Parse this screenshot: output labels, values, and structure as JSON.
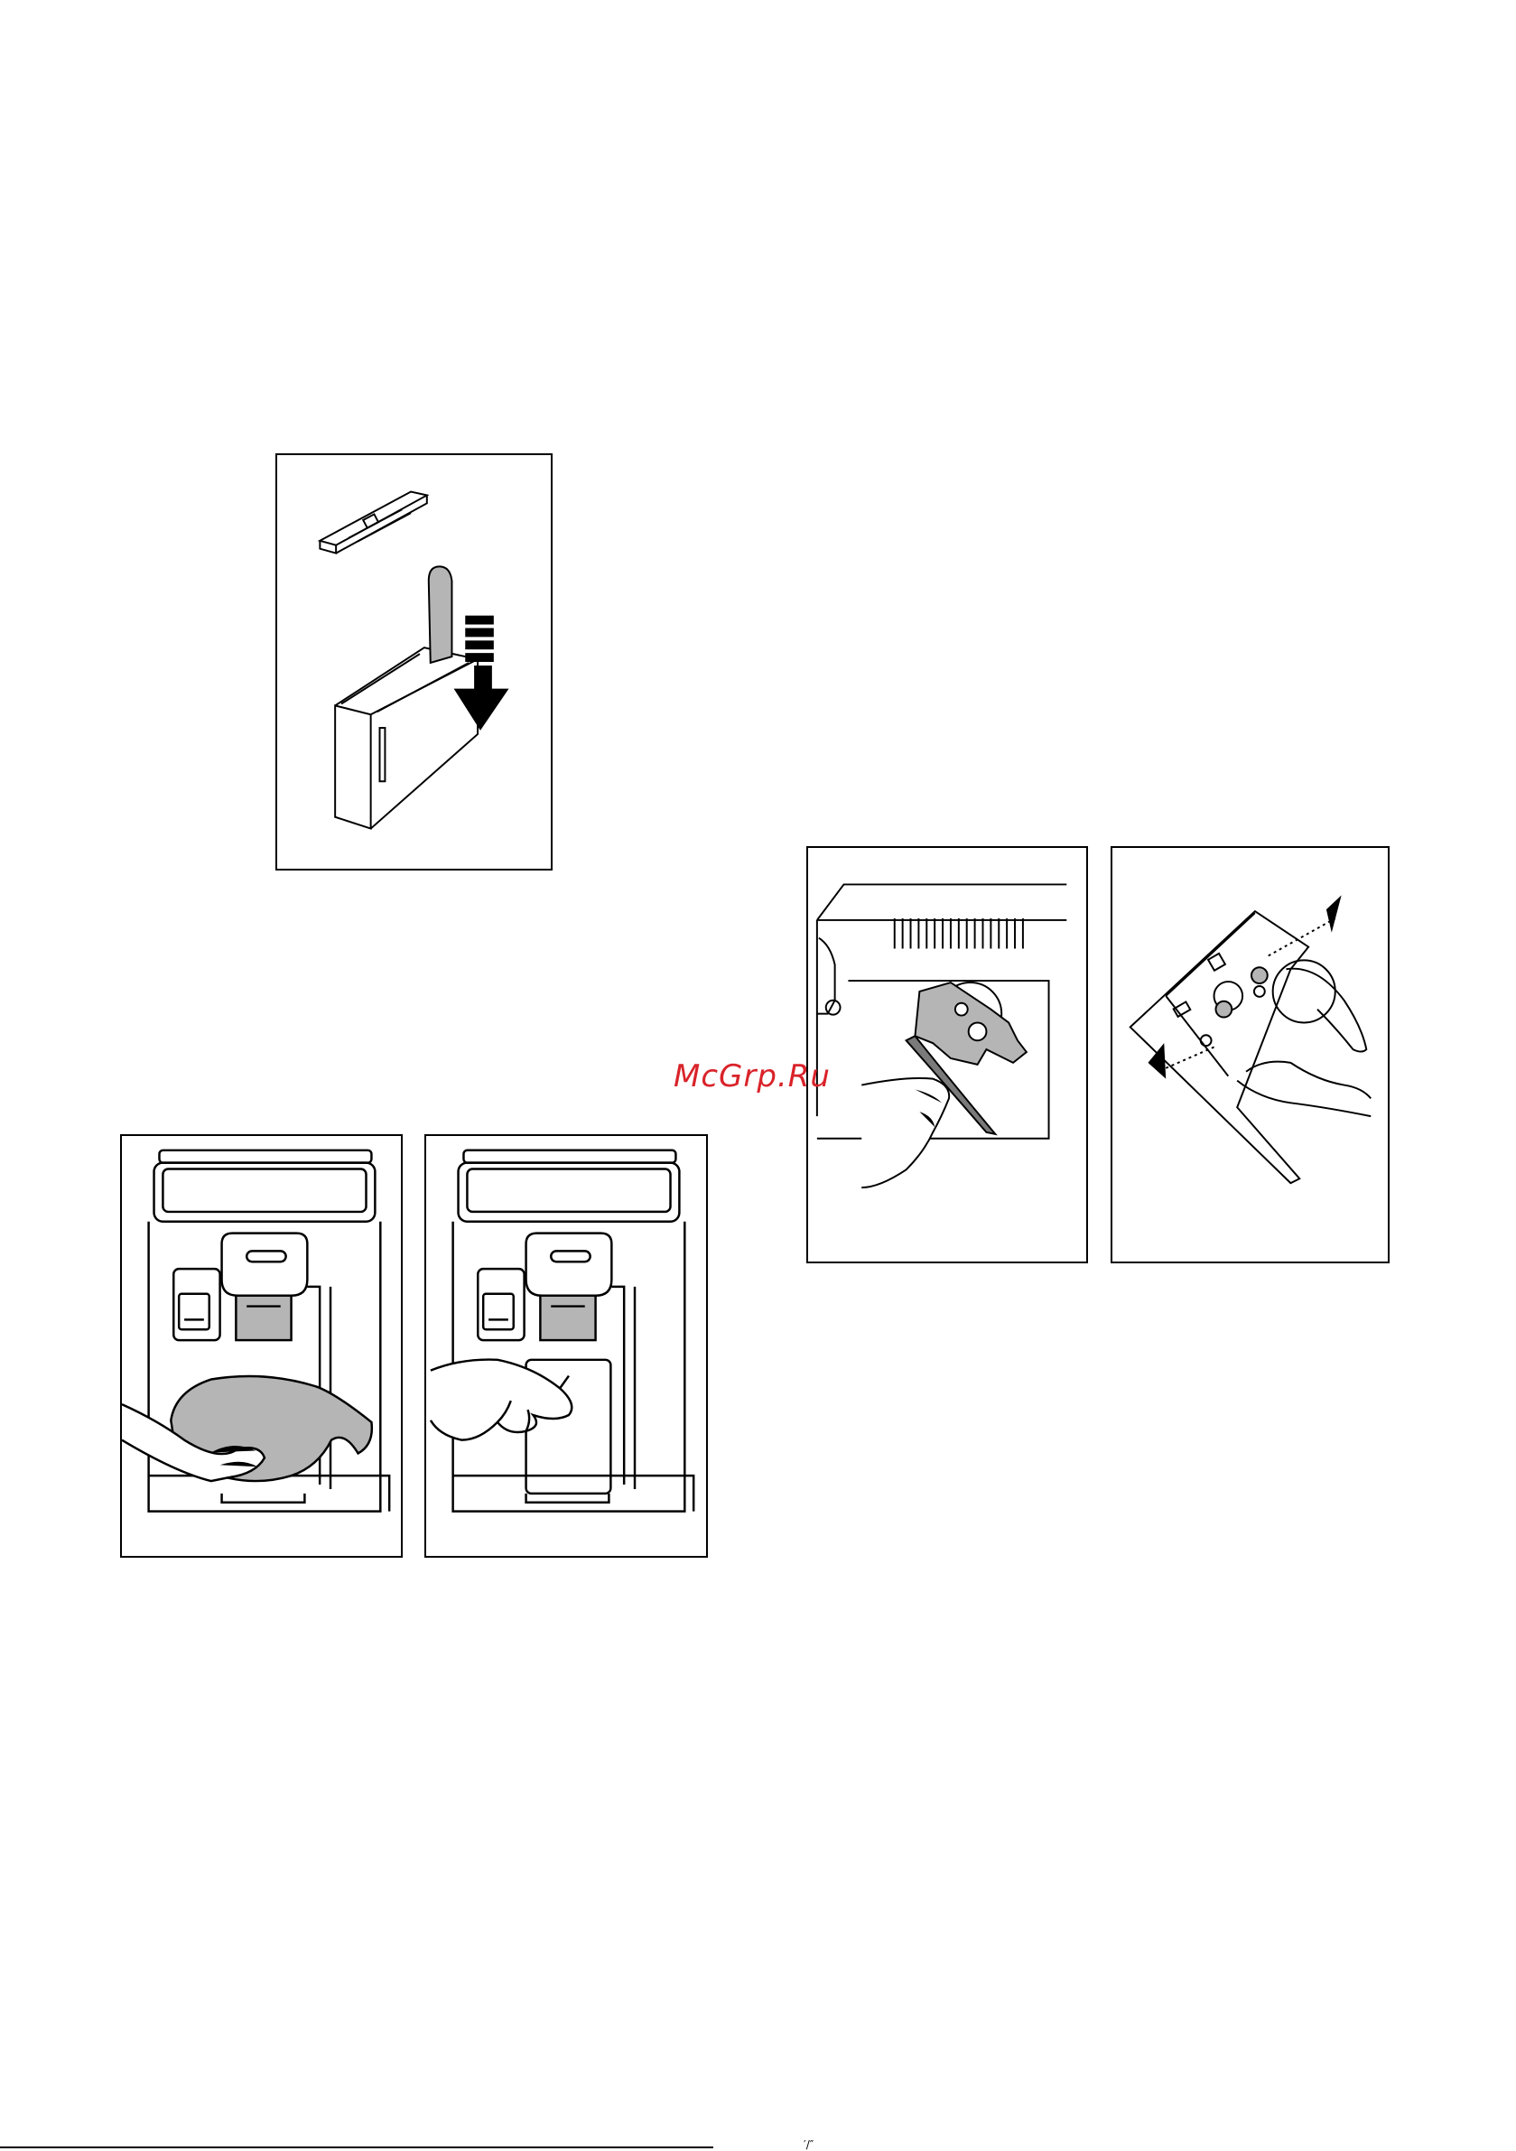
{
  "page": {
    "watermark": "McGrp.Ru",
    "footer_mark": "′/″"
  },
  "figures": [
    {
      "name": "figure-dispenser-reinsertion",
      "description_icon": "filter-cartridge-insert-illustration"
    },
    {
      "name": "figure-spout-wipe-cloth",
      "description_icon": "cloth-wipe-illustration"
    },
    {
      "name": "figure-spout-press",
      "description_icon": "finger-press-illustration"
    },
    {
      "name": "figure-seal-removal",
      "description_icon": "seal-removal-illustration"
    },
    {
      "name": "figure-seal-fit",
      "description_icon": "seal-fit-illustration"
    }
  ],
  "colors": {
    "line": "#000000",
    "part_fill": "#b5b5b5",
    "watermark": "#d9232a"
  }
}
